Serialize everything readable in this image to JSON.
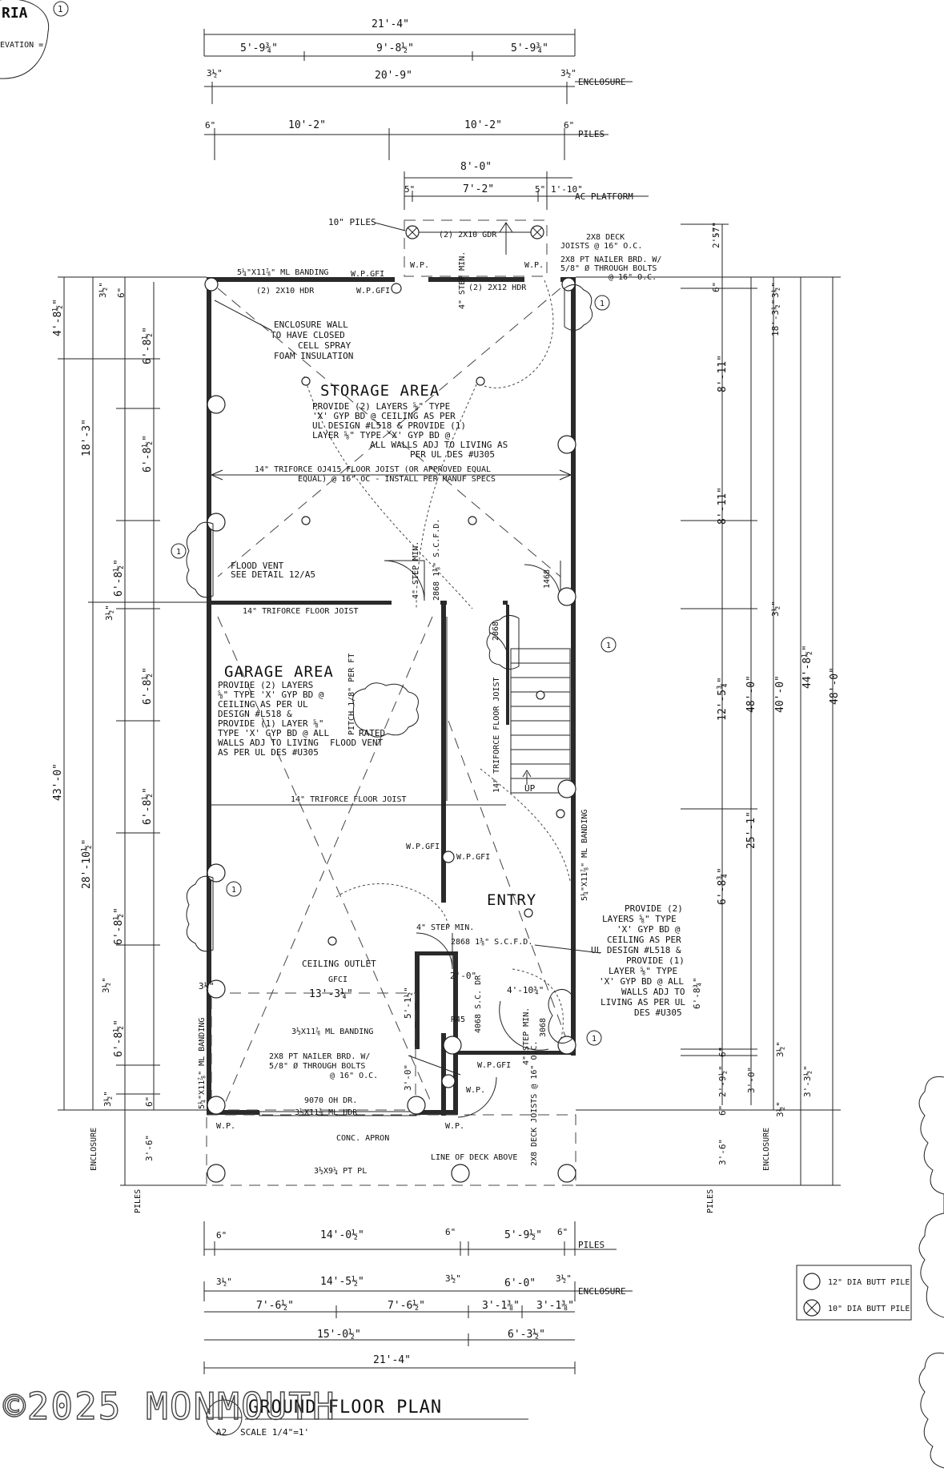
{
  "title_block": {
    "corner_text_1": "RIA",
    "corner_text_2": "EVATION =",
    "corner_tag": "1",
    "plan_title": "GROUND FLOOR PLAN",
    "sheet_ref": "A2",
    "scale": "SCALE 1/4\"=1'",
    "watermark": "©2025 MONMOUTH"
  },
  "top_dims": {
    "overall": "21'-4\"",
    "seg1": "5'-9¾\"",
    "seg2": "9'-8½\"",
    "seg3": "5'-9¾\"",
    "enc_l": "3½\"",
    "enc_mid": "20'-9\"",
    "enc_r": "3½\"",
    "enclosure": "ENCLOSURE",
    "pile_l": "6\"",
    "pile_m1": "10'-2\"",
    "pile_m2": "10'-2\"",
    "pile_r": "6\"",
    "piles": "PILES",
    "ac_overall": "8'-0\"",
    "ac_l": "5\"",
    "ac_mid": "7'-2\"",
    "ac_r": "5\"",
    "ac_r2": "1'-10\"",
    "ac_platform": "AC PLATFORM"
  },
  "notes": {
    "piles10": "10\" PILES",
    "gdr": "(2) 2X10 GDR",
    "deck_joists_1": "2X8 DECK",
    "deck_joists_2": "JOISTS @ 16\" O.C.",
    "nailer_1": "2X8 PT NAILER BRD. W/",
    "nailer_2": "5/8\" Ø THROUGH BOLTS",
    "nailer_3": "@ 16\" O.C.",
    "ml_banding_top": "5¼\"X11⅞\" ML BANDING",
    "wpgfi_top1": "W.P.GFI",
    "wpgfi_top2": "W.P.GFI",
    "wp_top1": "W.P.",
    "wp_top2": "W.P.",
    "hdr_10": "(2) 2X10 HDR",
    "hdr_12": "(2) 2X12 HDR",
    "step_top": "4\" STEP MIN.",
    "enc_wall_1": "ENCLOSURE WALL",
    "enc_wall_2": "TO HAVE CLOSED",
    "enc_wall_3": "CELL SPRAY",
    "enc_wall_4": "FOAM INSULATION",
    "storage": "STORAGE AREA",
    "storage_n1": "PROVIDE (2) LAYERS ⅝\" TYPE",
    "storage_n2": "'X' GYP BD @ CEILING AS PER",
    "storage_n3": "UL DESIGN #L518 & PROVIDE (1)",
    "storage_n4": "LAYER ⅝\" TYPE 'X' GYP BD @",
    "storage_n5": "ALL WALLS ADJ TO LIVING AS",
    "storage_n6": "PER UL DES #U305",
    "joist_a1": "14\" TRIFORCE OJ415 FLOOR JOIST (OR APPROVED EQUAL",
    "joist_a2": "EQUAL) @ 16\" OC - INSTALL PER MANUF SPECS",
    "flood_1": "FLOOD VENT",
    "flood_2": "SEE DETAIL 12/A5",
    "step_mid": "4\" STEP MIN.",
    "door_2868a": "2868 1⅜\" S.C.F.D.",
    "door_1468": "1468",
    "joist_b": "14\" TRIFORCE FLOOR JOIST",
    "door_2868b": "2868",
    "garage": "GARAGE AREA",
    "garage_n1": "PROVIDE (2) LAYERS",
    "garage_n2": "⅝\" TYPE 'X' GYP BD @",
    "garage_n3": "CEILING AS PER UL",
    "garage_n4": "DESIGN #L518 &",
    "garage_n5": "PROVIDE (1) LAYER ⅝\"",
    "garage_n6": "TYPE 'X' GYP BD @ ALL",
    "garage_n7": "WALLS ADJ TO LIVING",
    "garage_n8": "AS PER UL DES #U305",
    "rated": "RATED",
    "flood_vent2": "FLOOD VENT",
    "pitch": "PITCH 1/8\" PER FT",
    "joist_vert": "14\" TRIFORCE FLOOR JOIST",
    "up": "UP",
    "joist_c": "14\" TRIFORCE FLOOR JOIST",
    "wpgfi_mid1": "W.P.GFI",
    "wpgfi_mid2": "W.P.GFI",
    "entry": "ENTRY",
    "step_low": "4\" STEP MIN.",
    "door_2868c": "2868 1⅜\" S.C.F.D.",
    "ceiling_outlet": "CEILING OUTLET",
    "gfci": "GFCI",
    "dim_2_0": "2'-0\"",
    "dim_4068": "4068 S.C. DR",
    "dim_4_10": "4'-10¾\"",
    "dim_13_3": "13'-3¼\"",
    "dim_5_2": "5'-1½\"",
    "r45": "R45",
    "door_3068": "3068",
    "step_door": "4\" STEP MIN.",
    "ml_band_low": "3½X11⅞ ML BANDING",
    "nailer_low_1": "2X8 PT NAILER BRD. W/",
    "nailer_low_2": "5/8\" Ø THROUGH BOLTS",
    "nailer_low_3": "@ 16\" O.C.",
    "dim_3_0": "3'-0\"",
    "wpgfi_low": "W.P.GFI",
    "wp_low1": "W.P.",
    "wp_low2": "W.P.",
    "wp_low3": "W.P.",
    "oh_dr": "9070 OH DR.",
    "ml_hdr": "3½X11⅞ ML HDR",
    "apron": "CONC. APRON",
    "deck_line": "LINE OF DECK ABOVE",
    "pt_pl": "3½X9¼ PT PL",
    "deck_joists_v": "2X8 DECK JOISTS @ 16\" O.C.",
    "ml_band_left": "5¼\"X11⅞\" ML BANDING",
    "ml_band_right": "5¼\"X11⅞\" ML BANDING",
    "prov_r1": "PROVIDE (2)",
    "prov_r2": "LAYERS ⅝\" TYPE",
    "prov_r3": "'X' GYP BD @",
    "prov_r4": "CEILING AS PER",
    "prov_r5": "UL DESIGN #L518 &",
    "prov_r6": "PROVIDE (1)",
    "prov_r7": "LAYER ⅝\" TYPE",
    "prov_r8": "'X' GYP BD @ ALL",
    "prov_r9": "WALLS ADJ TO",
    "prov_r10": "LIVING AS PER UL",
    "prov_r11": "DES #U305",
    "wp_tag": "1"
  },
  "left_dims": {
    "d4_8": "4'-8½\"",
    "d18_3": "18'-3\"",
    "d43_0": "43'-0\"",
    "d28_10": "28'-10½\"",
    "a1": "3½\"",
    "a2": "6\"",
    "a3": "6'-8½\"",
    "a4": "6'-8½\"",
    "a5": "6'-8½\"",
    "a6": "3½\"",
    "a7": "6'-8½\"",
    "a8": "6'-8½\"",
    "a9": "6'-8½\"",
    "a10": "6'-8½\"",
    "a11": "3½\"",
    "a12": "6\"",
    "a13": "3'-6\"",
    "enclosure": "ENCLOSURE",
    "piles": "PILES"
  },
  "right_dims": {
    "r2_7": "2'-7\"",
    "r5": "5\"",
    "r6": "6\"",
    "r3a": "3½\"",
    "r18": "18'-3½\"",
    "r8_11a": "8'-11\"",
    "r8_11b": "8'-11\"",
    "r3b": "3½\"",
    "r12_5": "12'-5¾\"",
    "r48a": "48'-0\"",
    "r40": "40'-0\"",
    "r44": "44'-8½\"",
    "r48b": "48'-0\"",
    "r25_1": "25'-1\"",
    "r6_8": "6'-8¾\"",
    "r6_8b": "6'-8¾\"",
    "r6c": "6\"",
    "r3c": "3½\"",
    "r2_9": "2'-9½\"",
    "r3_0": "3'-0\"",
    "r3_3": "3'-3½\"",
    "r6d": "6\"",
    "r3_6": "3'-6\"",
    "r3d": "3½\"",
    "enclosure": "ENCLOSURE",
    "piles": "PILES"
  },
  "bottom_dims": {
    "p1": "6\"",
    "p2": "14'-0½\"",
    "p3": "6\"",
    "p4": "5'-9½\"",
    "p5": "6\"",
    "piles": "PILES",
    "e1": "3½\"",
    "e2": "14'-5½\"",
    "e3": "3½\"",
    "e4": "6'-0\"",
    "e5": "3½\"",
    "enclosure": "ENCLOSURE",
    "s1": "7'-6½\"",
    "s2": "7'-6½\"",
    "s3": "3'-1⅜\"",
    "s4": "3'-1⅜\"",
    "t1": "15'-0½\"",
    "t2": "6'-3½\"",
    "overall": "21'-4\""
  },
  "legend": {
    "item1": "12\" DIA BUTT PILE",
    "item2": "10\" DIA BUTT PILE"
  }
}
